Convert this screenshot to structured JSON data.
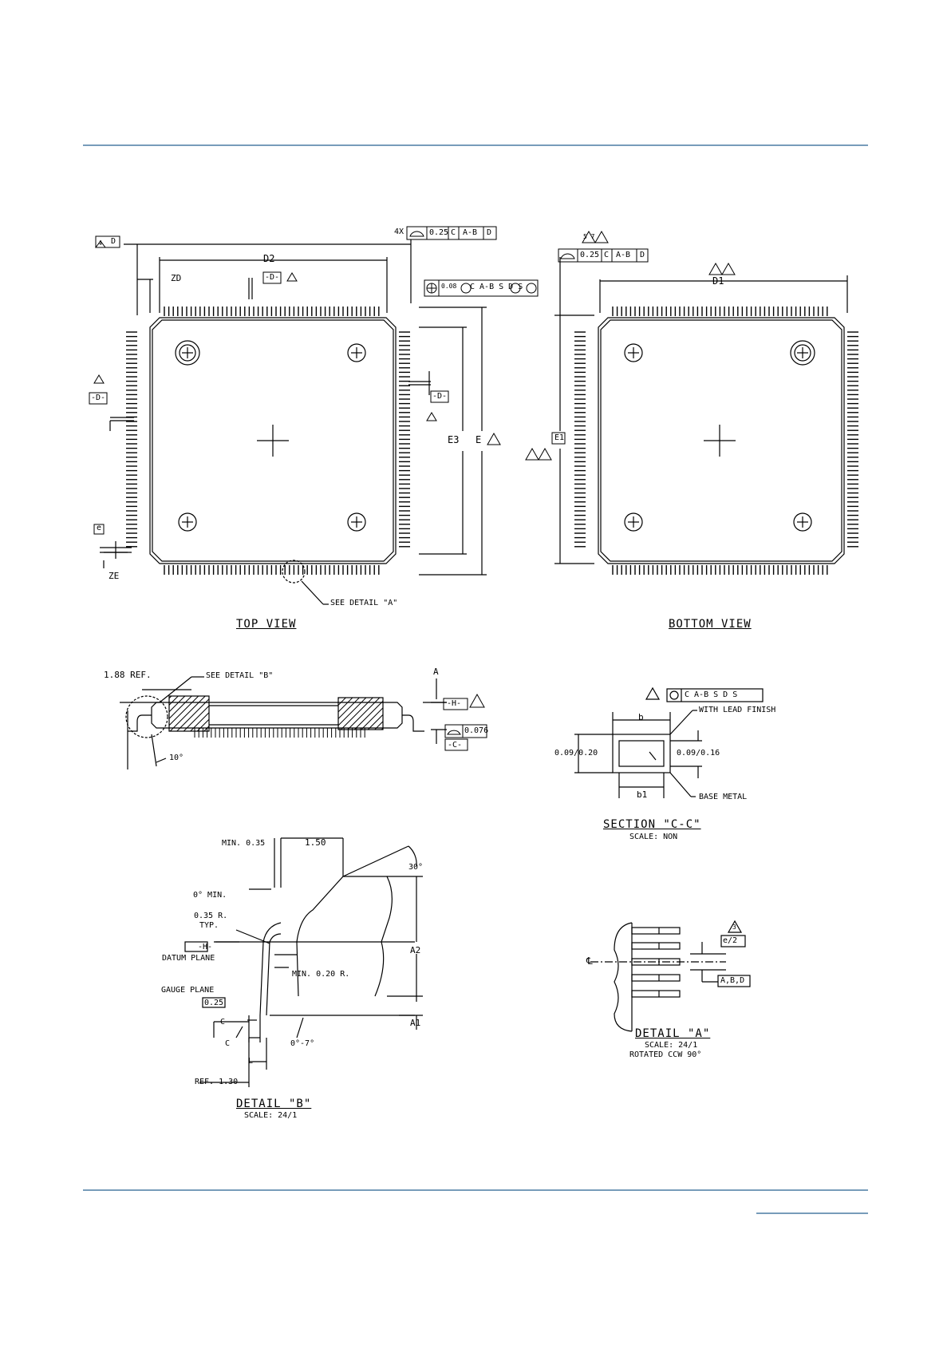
{
  "rule_color": "#4a7ca3",
  "views": {
    "top_title": "TOP VIEW",
    "bottom_title": "BOTTOM VIEW",
    "detail_a_callout": "SEE DETAIL \"A\"",
    "detail_b_callout": "SEE DETAIL \"B\""
  },
  "top_view": {
    "fcf_4x": "4X",
    "fcf_tol": "0.25",
    "fcf_c": "C",
    "fcf_ab": "A-B",
    "fcf_d": "D",
    "d2": "D2",
    "zd": "ZD",
    "datum_d": "-D-",
    "note3": "3",
    "note4": "4",
    "pos_fcf": "C A-B S D S",
    "pos_val": "0.08",
    "e3": "E3",
    "e": "E",
    "e_box": "e",
    "ze": "ZE",
    "d_box": "D",
    "note_a4": "4"
  },
  "bottom_view": {
    "note57": "5 7",
    "fcf_tol": "0.25",
    "fcf_c": "C",
    "fcf_ab": "A-B",
    "fcf_d": "D",
    "d1": "D1",
    "e1": "E1",
    "note_57b": "5 7"
  },
  "side_view": {
    "ref_188": "1.88 REF.",
    "a": "A",
    "datum_h": "-H-",
    "note2": "2",
    "flat_tol": "0.076",
    "datum_c": "-C-",
    "angle_10": "10°"
  },
  "section_cc": {
    "note8": "8",
    "fcf": "C A-B S D S",
    "b": "b",
    "with_lead_finish": "WITH LEAD FINISH",
    "left_dim": "0.09/0.20",
    "right_dim": "0.09/0.16",
    "b1": "b1",
    "base_metal": "BASE METAL",
    "title": "SECTION \"C-C\"",
    "scale": "SCALE: NON"
  },
  "detail_b": {
    "min035": "MIN. 0.35",
    "d150": "1.50",
    "ang30": "30°",
    "zero_min": "0° MIN.",
    "r035": "0.35 R.",
    "typ": "TYP.",
    "datum_h": "-H-",
    "datum_plane": "DATUM PLANE",
    "min020": "MIN. 0.20 R.",
    "a2": "A2",
    "gauge_plane": "GAUGE PLANE",
    "g025": "0.25",
    "c1": "C",
    "c2": "C",
    "a1": "A1",
    "ang07": "0°-7°",
    "l": "L",
    "ref130": "REF. 1.30",
    "title": "DETAIL \"B\"",
    "scale": "SCALE: 24/1"
  },
  "detail_a": {
    "note3": "3",
    "e2": "e/2",
    "cl": "℄",
    "abd": "A,B,D",
    "title": "DETAIL \"A\"",
    "scale": "SCALE: 24/1",
    "rotated": "ROTATED CCW 90°"
  }
}
